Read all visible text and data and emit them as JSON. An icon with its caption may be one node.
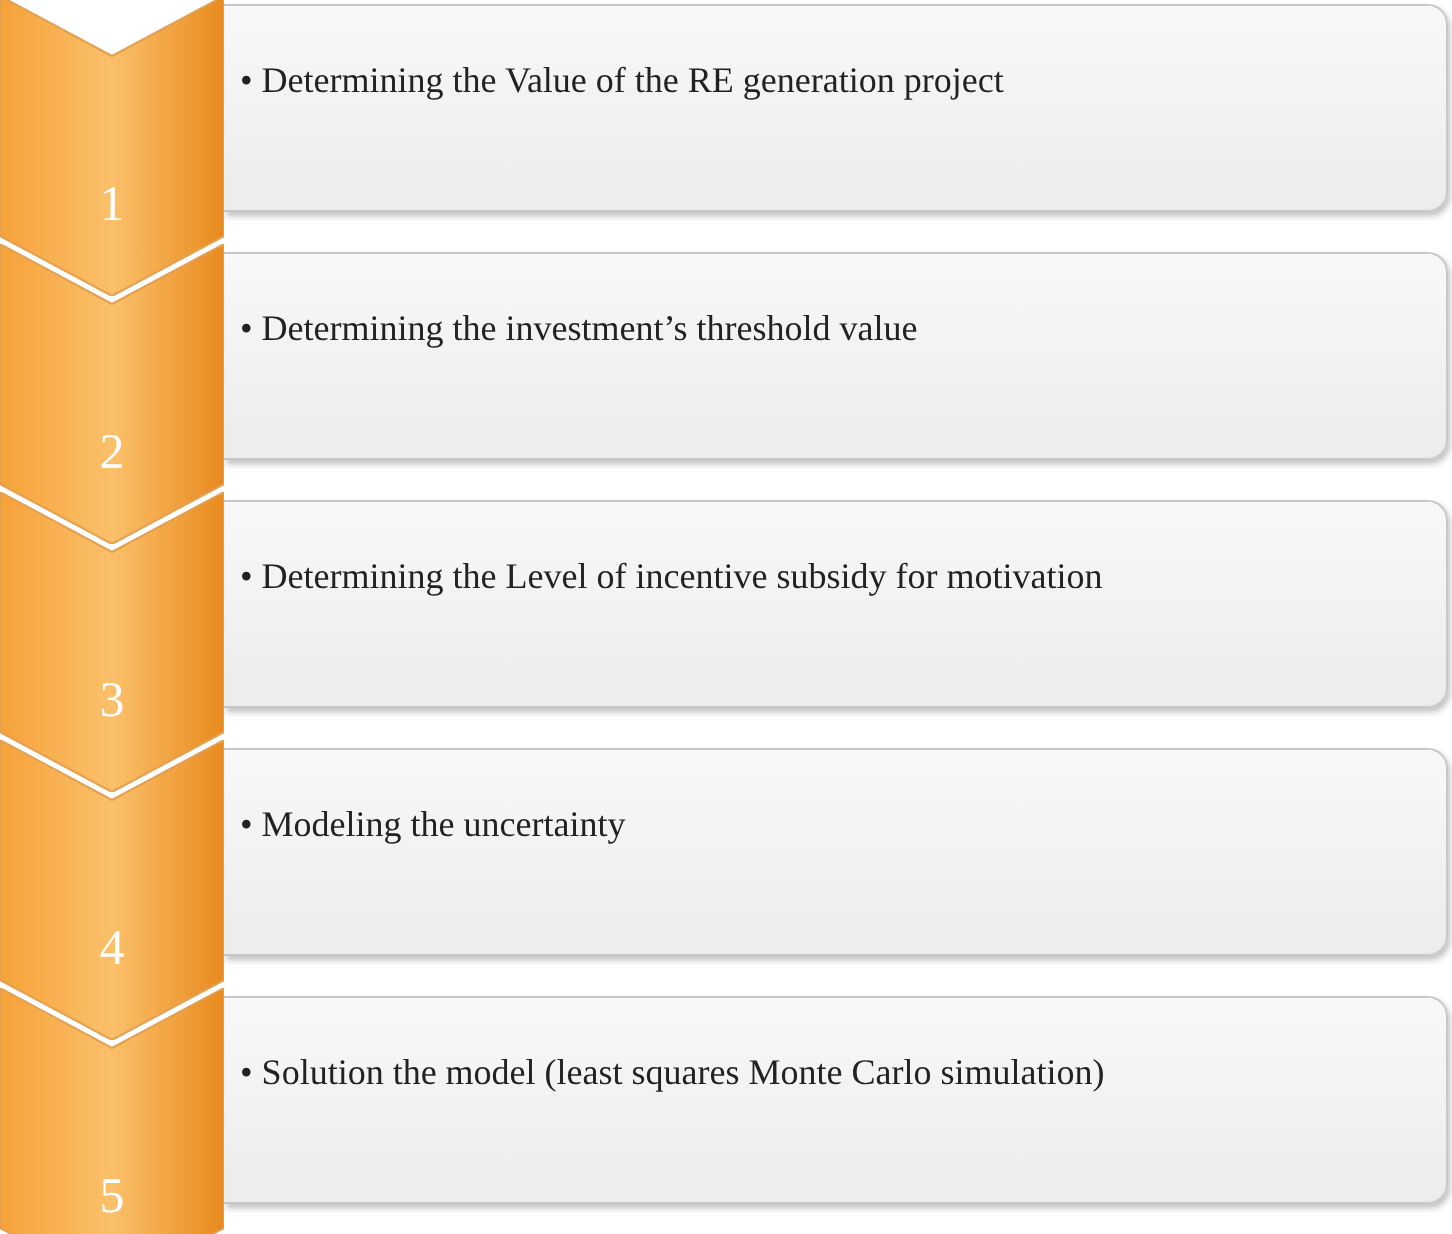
{
  "diagram": {
    "nodes": [
      {
        "text": [
          "1"
        ]
      },
      {
        "text": [
          "• Determining the Value of the RE generation project"
        ]
      },
      {
        "text": [
          "2"
        ]
      },
      {
        "text": [
          "• Determining the investment’s threshold value"
        ]
      },
      {
        "text": [
          "3"
        ]
      },
      {
        "text": [
          "• Determining the Level of incentive subsidy for motivation"
        ]
      },
      {
        "text": [
          "4"
        ]
      },
      {
        "text": [
          "• Modeling the uncertainty"
        ]
      },
      {
        "text": [
          "5"
        ]
      },
      {
        "text": [
          "• Solution the model (least squares Monte Carlo simulation)"
        ]
      }
    ]
  }
}
